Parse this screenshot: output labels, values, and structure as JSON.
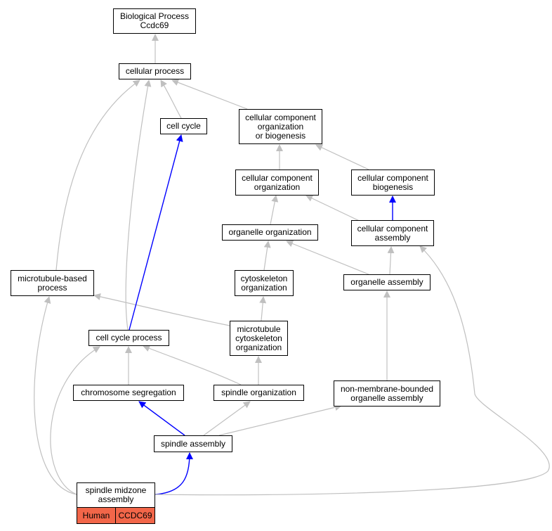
{
  "colors": {
    "edge_gray": "#c0c0c0",
    "edge_blue": "#0000ff",
    "tag_fill": "#f26649"
  },
  "nodes": {
    "bp": "Biological Process\nCcdc69",
    "cellular_process": "cellular process",
    "cell_cycle": "cell cycle",
    "cc_org_biogenesis": "cellular component\norganization\nor biogenesis",
    "cc_org": "cellular component\norganization",
    "cc_biogenesis": "cellular component\nbiogenesis",
    "organelle_org": "organelle organization",
    "cc_assembly": "cellular component\nassembly",
    "microtubule_based": "microtubule-based\nprocess",
    "cytoskeleton_org": "cytoskeleton\norganization",
    "organelle_assembly": "organelle assembly",
    "cell_cycle_process": "cell cycle process",
    "mt_cytoskeleton_org": "microtubule\ncytoskeleton\norganization",
    "chromosome_seg": "chromosome segregation",
    "spindle_org": "spindle organization",
    "nmb_organelle_assembly": "non-membrane-bounded\norganelle assembly",
    "spindle_assembly": "spindle assembly",
    "spindle_midzone_assembly": "spindle midzone\nassembly"
  },
  "annotation": {
    "species": "Human",
    "gene": "CCDC69"
  }
}
